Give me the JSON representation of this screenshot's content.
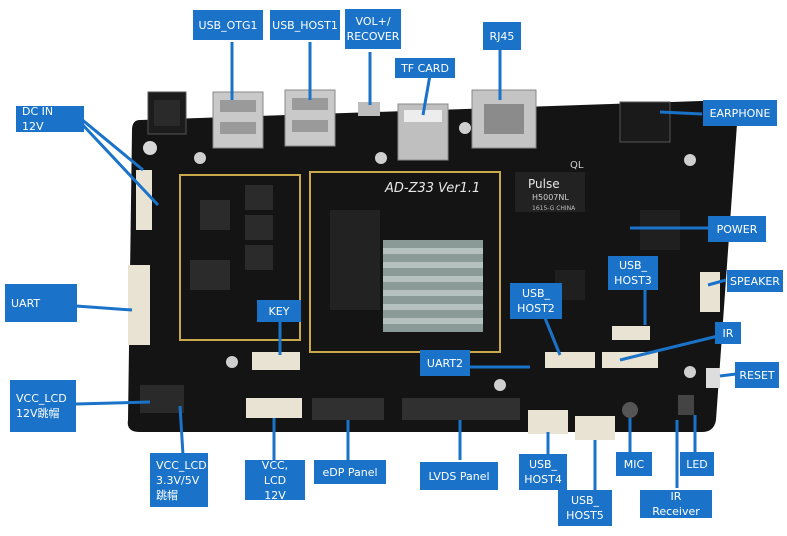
{
  "board": {
    "model": "AD-Z33 Ver1.1",
    "brand": "Pulse",
    "chip_part": "H5007NL",
    "chip_date": "1615-G CHINA",
    "silk_ql": "QL"
  },
  "labels": {
    "usb_otg1": "USB_OTG1",
    "usb_host1": "USB_HOST1",
    "vol_recover": "VOL+/\nRECOVER",
    "tf_card": "TF CARD",
    "rj45": "RJ45",
    "dc_in": "DC IN 12V",
    "earphone": "EARPHONE",
    "power": "POWER",
    "usb_host3": "USB_\nHOST3",
    "speaker": "SPEAKER",
    "uart": "UART",
    "key": "KEY",
    "usb_host2": "USB_\nHOST2",
    "ir": "IR",
    "uart2": "UART2",
    "reset": "RESET",
    "vcc_lcd_12v_jumper": "VCC_LCD\n12V跳帽",
    "vcc_lcd_33_5v": "VCC_LCD\n3.3V/5V\n跳帽",
    "vcc_lcd_12v": "VCC, LCD\n12V",
    "edp_panel": "eDP Panel",
    "lvds_panel": "LVDS Panel",
    "usb_host4": "USB_\nHOST4",
    "mic": "MIC",
    "led": "LED",
    "usb_host5": "USB_\nHOST5",
    "ir_receiver": "IR Receiver"
  },
  "colors": {
    "label_bg": "#1a73c8",
    "label_text": "#ffffff",
    "pcb": "#141414",
    "line": "#1a73c8"
  }
}
